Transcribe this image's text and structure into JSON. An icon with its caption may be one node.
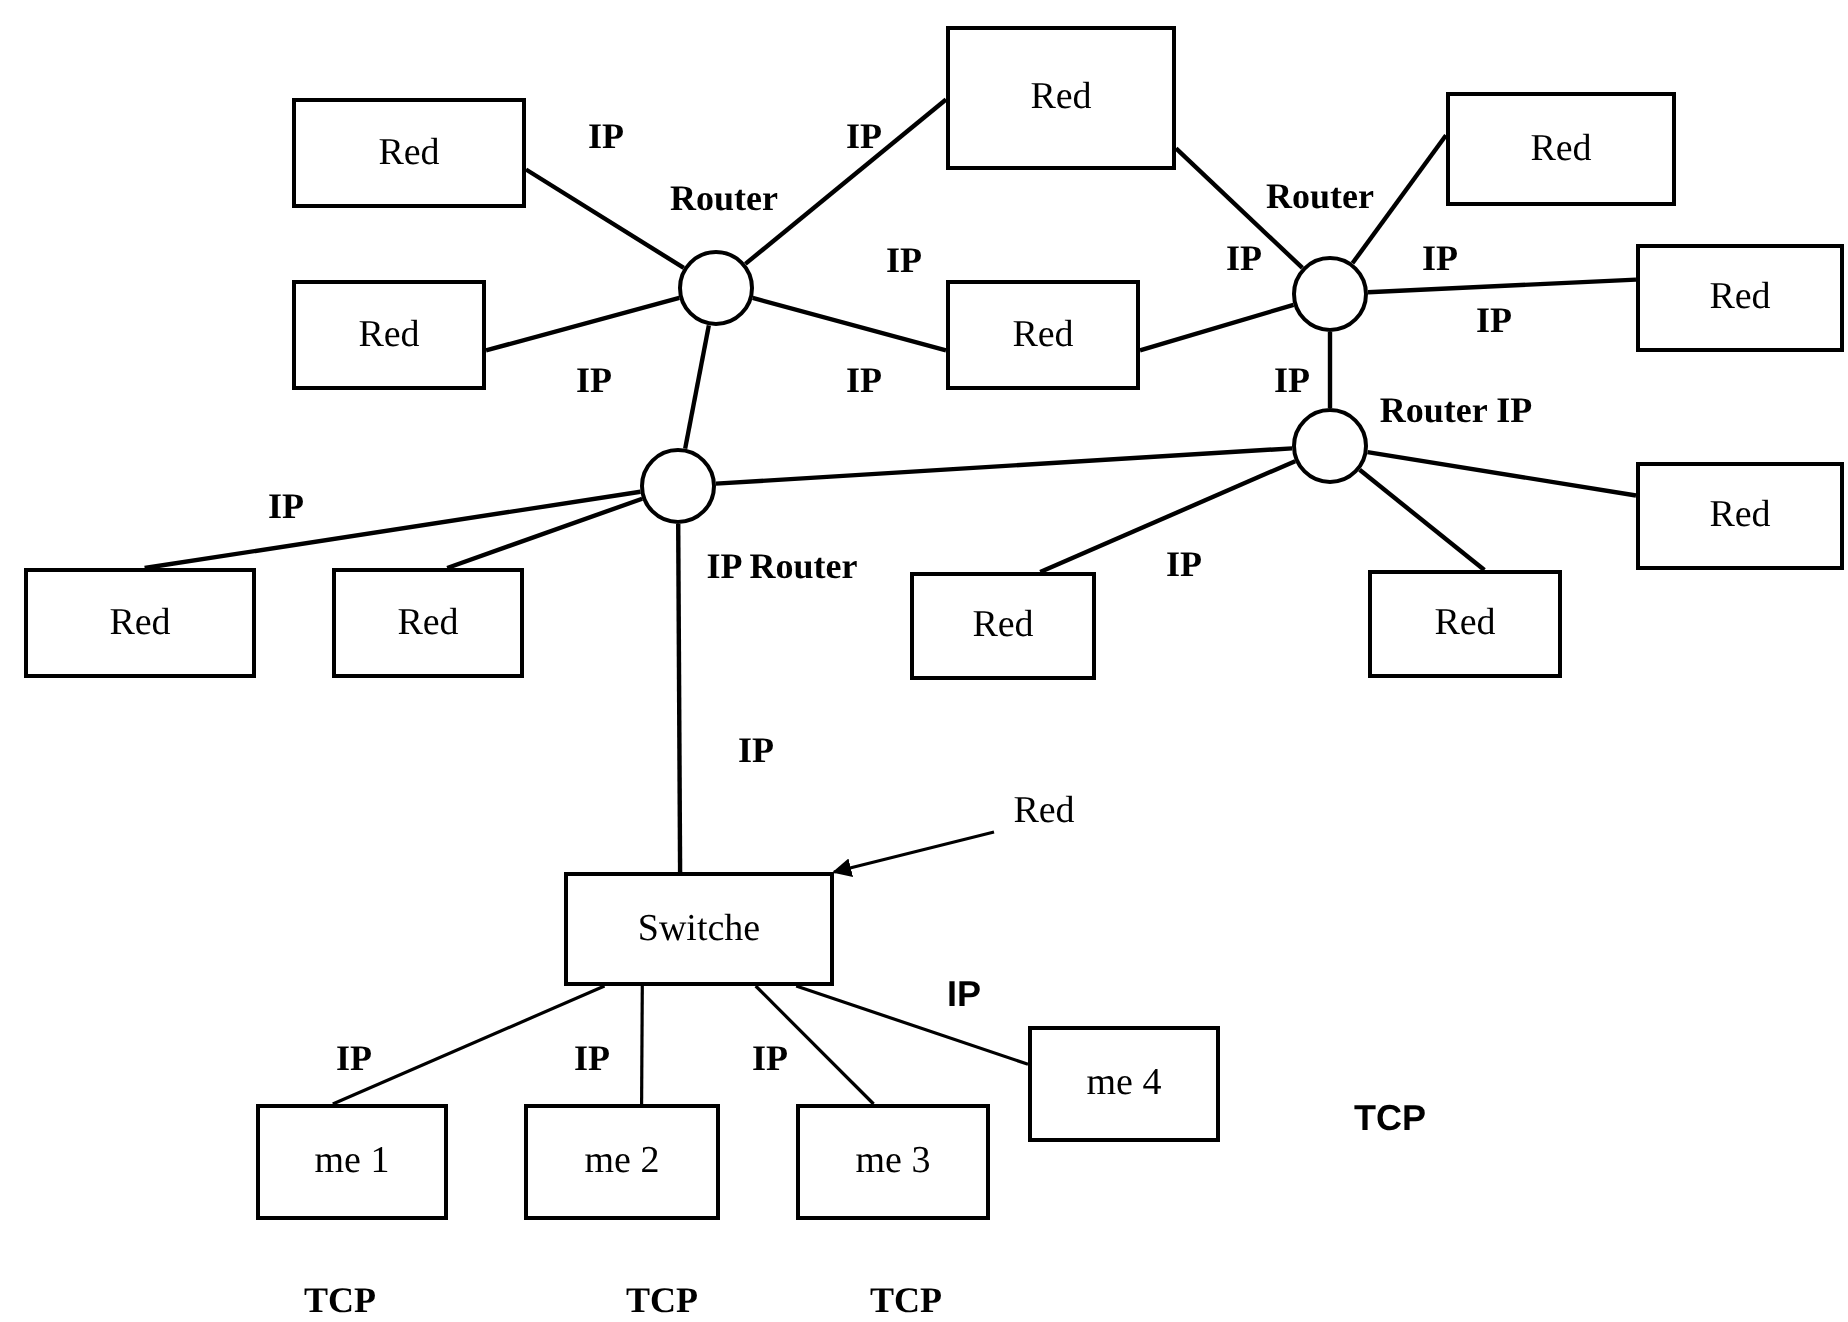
{
  "diagram": {
    "nodes": [
      {
        "text": [
          "Red"
        ]
      },
      {
        "text": [
          "Red"
        ]
      },
      {
        "text": [
          "Red"
        ]
      },
      {
        "text": [
          "Red"
        ]
      },
      {
        "text": [
          "Red"
        ]
      },
      {
        "text": [
          "Red"
        ]
      },
      {
        "text": [],
        "shape": "circle",
        "beside": [
          "Router"
        ]
      },
      {
        "text": [],
        "shape": "circle",
        "beside": [
          "Router"
        ]
      },
      {
        "text": [],
        "shape": "circle",
        "beside": [
          "Router IP"
        ]
      },
      {
        "text": [],
        "shape": "circle",
        "beside": [
          "IP Router"
        ]
      },
      {
        "text": [
          "Red"
        ]
      },
      {
        "text": [
          "Red"
        ]
      },
      {
        "text": [
          "Red"
        ]
      },
      {
        "text": [
          "Red"
        ]
      },
      {
        "text": [
          "Red"
        ]
      },
      {
        "text": [
          "Switche"
        ]
      },
      {
        "text": [
          "me 1"
        ]
      },
      {
        "text": [
          "me 2"
        ]
      },
      {
        "text": [
          "me 3"
        ]
      },
      {
        "text": [
          "me 4"
        ]
      },
      {
        "text": [
          "Red"
        ]
      }
    ],
    "edges": [
      {
        "from": 6,
        "to": 0,
        "arrow": "none"
      },
      {
        "from": 6,
        "to": 1,
        "arrow": "none"
      },
      {
        "from": 6,
        "to": 3,
        "arrow": "none"
      },
      {
        "from": 6,
        "to": 4,
        "arrow": "none"
      },
      {
        "from": 6,
        "to": 9,
        "arrow": "none"
      },
      {
        "from": 7,
        "to": 1,
        "arrow": "none"
      },
      {
        "from": 7,
        "to": 2,
        "arrow": "none"
      },
      {
        "from": 7,
        "to": 4,
        "arrow": "none"
      },
      {
        "from": 7,
        "to": 5,
        "arrow": "none"
      },
      {
        "from": 7,
        "to": 8,
        "arrow": "none"
      },
      {
        "from": 8,
        "to": 9,
        "arrow": "none"
      },
      {
        "from": 8,
        "to": 12,
        "arrow": "none"
      },
      {
        "from": 8,
        "to": 13,
        "arrow": "none"
      },
      {
        "from": 8,
        "to": 14,
        "arrow": "none"
      },
      {
        "from": 9,
        "to": 10,
        "arrow": "none"
      },
      {
        "from": 9,
        "to": 11,
        "arrow": "none"
      },
      {
        "from": 9,
        "to": 15,
        "arrow": "none"
      },
      {
        "from": 15,
        "to": 16,
        "arrow": "none"
      },
      {
        "from": 15,
        "to": 17,
        "arrow": "none"
      },
      {
        "from": 15,
        "to": 18,
        "arrow": "none"
      },
      {
        "from": 15,
        "to": 19,
        "arrow": "none"
      },
      {
        "from": 20,
        "to": 15,
        "arrow": "to"
      }
    ],
    "labels": [
      "IP",
      "IP",
      "IP",
      "IP",
      "IP",
      "IP",
      "IP",
      "IP",
      "IP",
      "IP",
      "IP",
      "IP",
      "IP",
      "IP",
      "IP",
      "IP",
      "TCP",
      "TCP",
      "TCP",
      "TCP"
    ]
  }
}
